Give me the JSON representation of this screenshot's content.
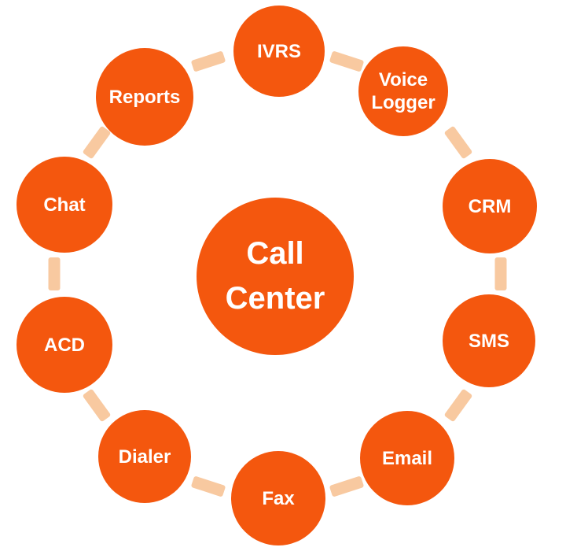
{
  "diagram": {
    "type": "radial-cycle",
    "hub": {
      "label": "Call Center"
    },
    "nodes": [
      {
        "label": "IVRS"
      },
      {
        "label": "Voice Logger"
      },
      {
        "label": "CRM"
      },
      {
        "label": "SMS"
      },
      {
        "label": "Email"
      },
      {
        "label": "Fax"
      },
      {
        "label": "Dialer"
      },
      {
        "label": "ACD"
      },
      {
        "label": "Chat"
      },
      {
        "label": "Reports"
      }
    ],
    "colors": {
      "node_fill": "#F4570E",
      "connector": "#F8C9A0",
      "label_text": "#FFFFFF",
      "background": "#FFFFFF"
    }
  }
}
